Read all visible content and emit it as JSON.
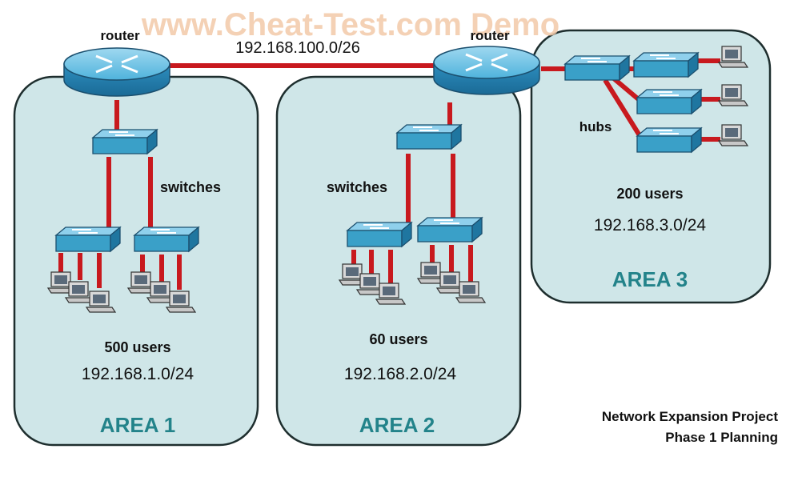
{
  "watermark": "www.Cheat-Test.com  Demo",
  "colors": {
    "area_fill": "#cfe6e8",
    "area_stroke": "#1e2e2e",
    "link": "#c8191e",
    "area_title": "#23838a",
    "device": "#3aa0c8",
    "watermark": "#f2c9a8"
  },
  "routers": {
    "left_label": "router",
    "right_label": "router",
    "wan_subnet": "192.168.100.0/26"
  },
  "area1": {
    "title": "AREA 1",
    "device_label": "switches",
    "users": "500 users",
    "subnet": "192.168.1.0/24"
  },
  "area2": {
    "title": "AREA 2",
    "device_label": "switches",
    "users": "60 users",
    "subnet": "192.168.2.0/24"
  },
  "area3": {
    "title": "AREA 3",
    "device_label": "hubs",
    "users": "200 users",
    "subnet": "192.168.3.0/24"
  },
  "project": {
    "line1": "Network Expansion Project",
    "line2": "Phase 1 Planning"
  },
  "icons": [
    "router-icon",
    "switch-icon",
    "hub-icon",
    "pc-icon"
  ]
}
